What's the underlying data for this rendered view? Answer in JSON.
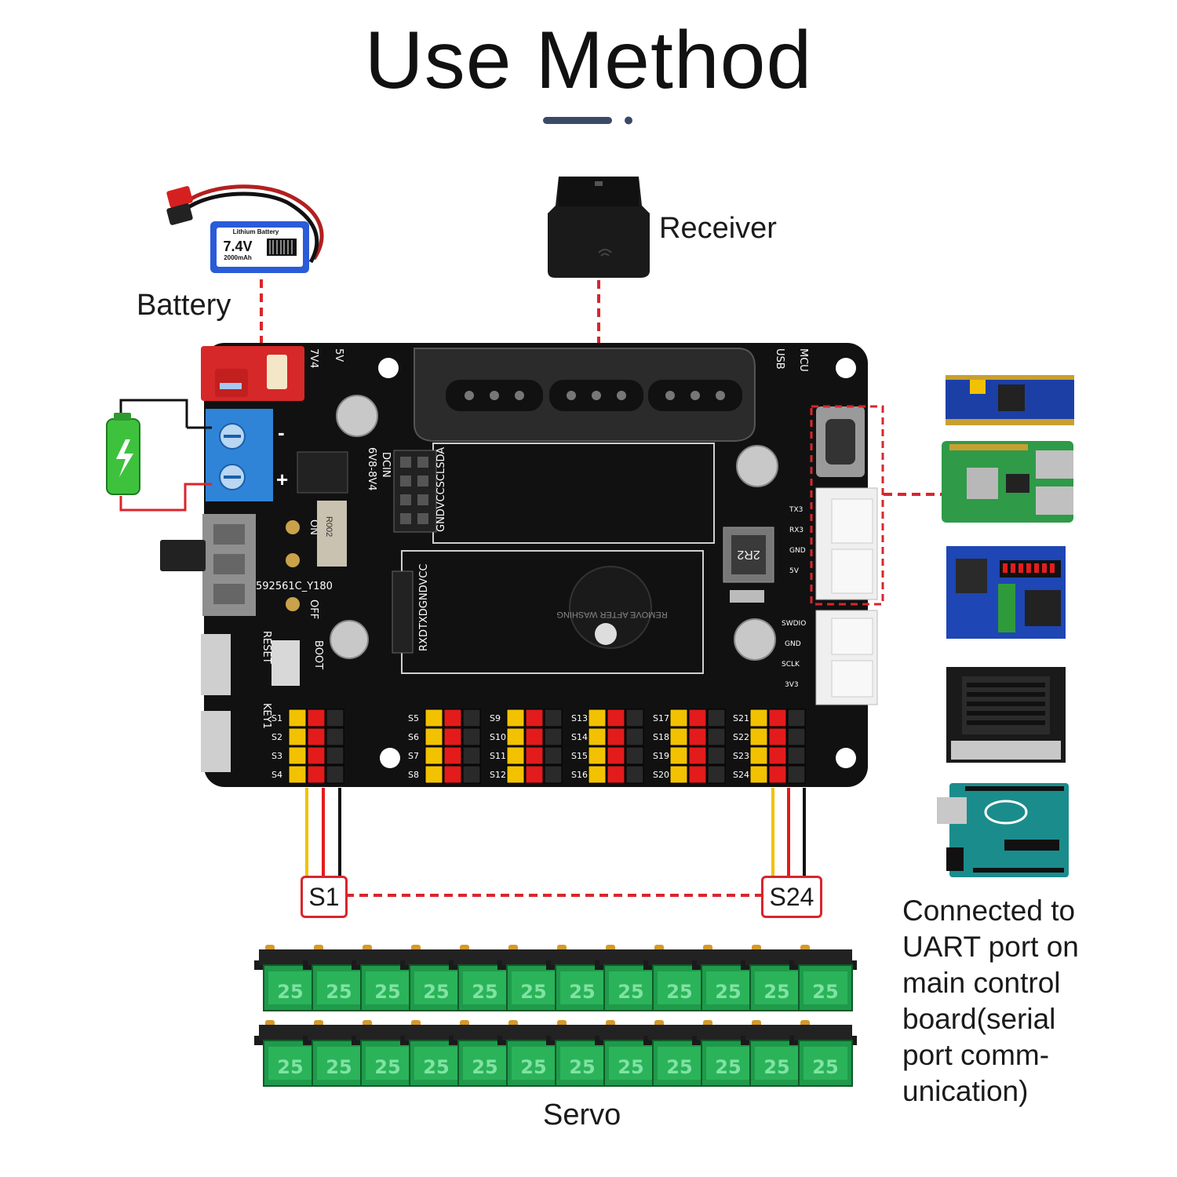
{
  "title": "Use Method",
  "labels": {
    "battery": "Battery",
    "receiver": "Receiver",
    "servo": "Servo"
  },
  "battery_pack": {
    "brand": "Lithium Battery",
    "voltage": "7.4V",
    "capacity": "2000mAh"
  },
  "servo_ports": {
    "first": "S1",
    "last": "S24"
  },
  "board_silk": {
    "model": "592561C_Y180",
    "power_on": "ON",
    "power_off": "OFF",
    "dcin": "DCIN",
    "dcin_range": "6V8-8V4",
    "reset": "RESET",
    "boot": "BOOT",
    "key1": "KEY1",
    "v74": "7V4",
    "v5": "5V",
    "usb": "USB",
    "mcu": "MCU",
    "header_top": "GNDVCCSCLSDA",
    "header_bottom": "RXDTXDGNDVCC",
    "buzzer": "REMOVE AFTER WASHING",
    "uart_pins": [
      "TX3",
      "RX3",
      "GND",
      "5V"
    ],
    "swd_pins": [
      "SWDIO",
      "GND",
      "SCLK",
      "3V3"
    ],
    "inductor": "2R2",
    "resistor": "R002"
  },
  "port_groups": [
    [
      "S1",
      "S2",
      "S3",
      "S4"
    ],
    [
      "S5",
      "S6",
      "S7",
      "S8"
    ],
    [
      "S9",
      "S10",
      "S11",
      "S12"
    ],
    [
      "S13",
      "S14",
      "S15",
      "S16"
    ],
    [
      "S17",
      "S18",
      "S19",
      "S20"
    ],
    [
      "S21",
      "S22",
      "S23",
      "S24"
    ]
  ],
  "servo_count": 24,
  "servo_badge": "25",
  "note_lines": [
    "Connected to",
    "UART port on",
    "main control",
    "board(serial",
    "port comm-",
    "unication)"
  ],
  "colors": {
    "accent_red": "#d8262c",
    "divider": "#3a4a66",
    "pcb": "#111111",
    "servo_green": "#1f9a4a",
    "signal_wire": "#f2c200",
    "power_wire": "#e31b1b",
    "ground_wire": "#111111"
  }
}
